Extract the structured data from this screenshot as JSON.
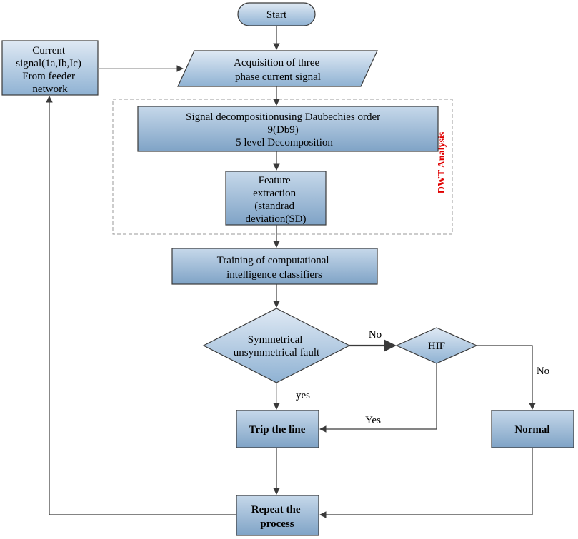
{
  "nodes": {
    "start": "Start",
    "current_signal": [
      "Current",
      "signal(1a,Ib,Ic)",
      "From feeder",
      "network"
    ],
    "acquisition": [
      "Acquisition of three",
      "phase current signal"
    ],
    "decomposition": [
      "Signal decompositionusing Daubechies order",
      "9(Db9)",
      "5 level Decomposition"
    ],
    "feature": [
      "Feature",
      "extraction",
      "(standrad",
      "deviation(SD)"
    ],
    "dwt_label": "DWT Analysis",
    "training": [
      "Training of computational",
      "intelligence classifiers"
    ],
    "fault_decision": [
      "Symmetrical",
      "unsymmetrical fault"
    ],
    "hif_decision": "HIF",
    "trip": "Trip the line",
    "normal": "Normal",
    "repeat": [
      "Repeat the",
      "process"
    ]
  },
  "edges": {
    "fault_no": "No",
    "fault_yes": "yes",
    "hif_yes": "Yes",
    "hif_no": "No"
  },
  "colors": {
    "box_fill_top": "#dfe9f4",
    "box_fill_bottom": "#8fb2d3",
    "box_stroke": "#3a3a3a",
    "dwt_label": "#e00000",
    "dash": "#9a9a9a",
    "arrow": "#3a3a3a"
  }
}
